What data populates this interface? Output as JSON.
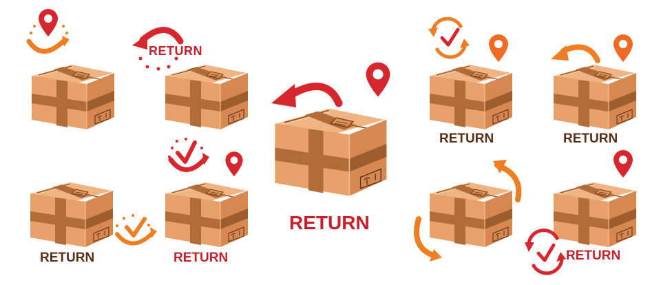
{
  "colors": {
    "background": "#ffffff",
    "red": "#d8262e",
    "orange": "#ef7d22",
    "brown_text": "#5a2e14",
    "red_text": "#c8202a",
    "box_front": "#e8a06a",
    "box_side": "#d9864e",
    "box_top": "#eeb07c",
    "tape": "#b06a36"
  },
  "illustrations": [
    {
      "id": "box-1",
      "icon": "location-pin-orange-arrow-icon",
      "label": null
    },
    {
      "id": "box-2",
      "icon": "return-curved-arrow-icon",
      "label": "RETURN",
      "label_color": "red"
    },
    {
      "id": "box-3",
      "icon": "checkmark-orange-arrow-icon",
      "label": "RETURN",
      "label_color": "brown"
    },
    {
      "id": "box-4",
      "icon": "checkmark-red-arrow-icon",
      "label": "RETURN",
      "label_color": "red"
    },
    {
      "id": "box-5-center",
      "icon": "return-curved-arrow-icon",
      "label": "RETURN",
      "label_color": "red"
    },
    {
      "id": "box-6",
      "icon": "refresh-checkmark-orange-icon",
      "label": "RETURN",
      "label_color": "brown"
    },
    {
      "id": "box-7",
      "icon": "curved-arrow-orange-icon",
      "label": "RETURN",
      "label_color": "brown"
    },
    {
      "id": "box-8",
      "icon": "rotating-arrows-orange-icon",
      "label": null
    },
    {
      "id": "box-9",
      "icon": "refresh-checkmark-red-icon",
      "label": "RETURN",
      "label_color": "red"
    }
  ],
  "labels": {
    "top_left_return": "RETURN",
    "bottom_left_return": "RETURN",
    "bottom_mid_return": "RETURN",
    "center_return": "RETURN",
    "right_top_a_return": "RETURN",
    "right_top_b_return": "RETURN",
    "right_bottom_return": "RETURN"
  }
}
